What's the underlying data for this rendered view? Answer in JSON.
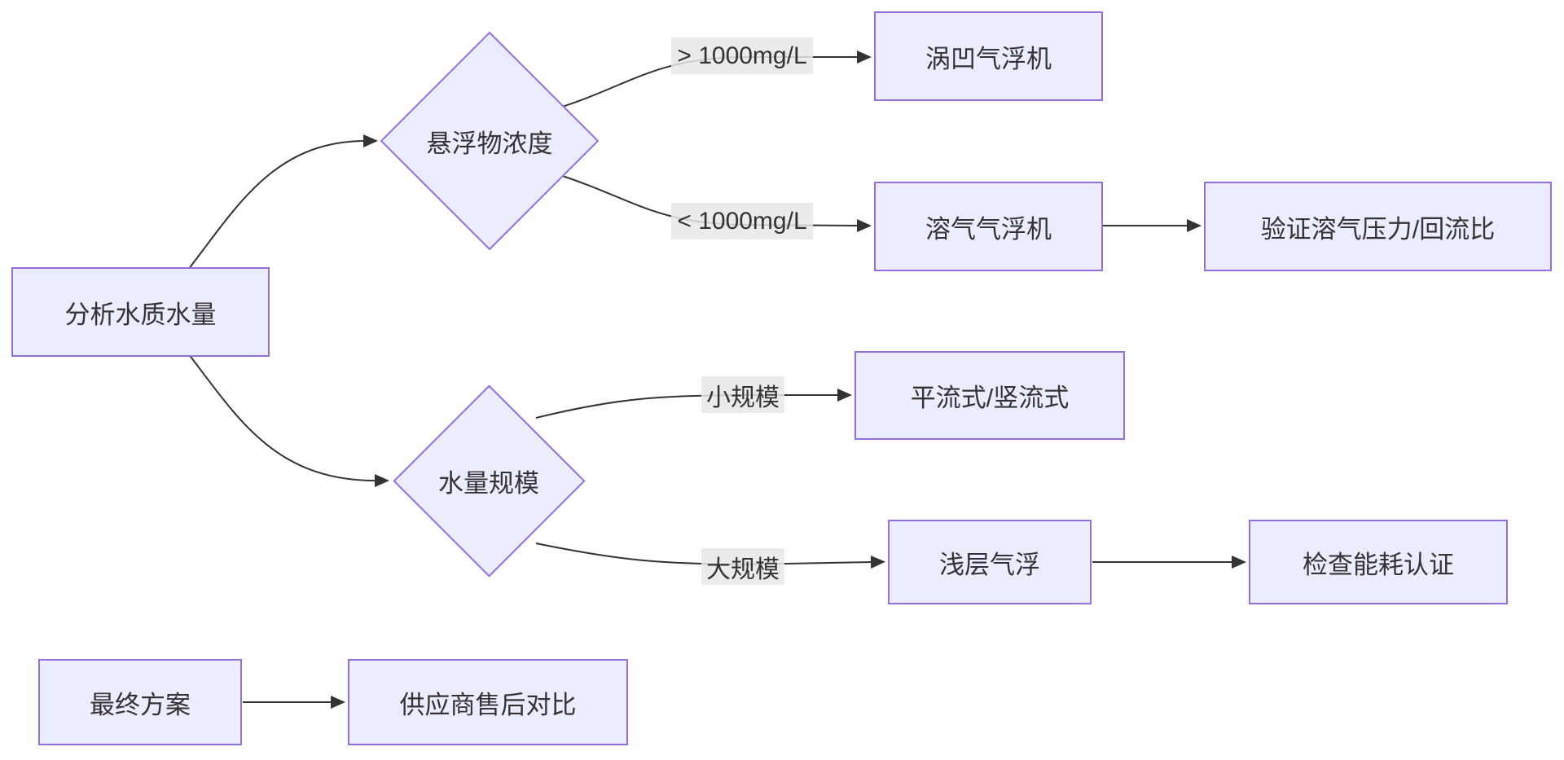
{
  "diagram": {
    "type": "flowchart",
    "nodes": {
      "analyze": {
        "label": "分析水质水量"
      },
      "ss_conc": {
        "label": "悬浮物浓度"
      },
      "caf": {
        "label": "涡凹气浮机"
      },
      "daf": {
        "label": "溶气气浮机"
      },
      "verify": {
        "label": "验证溶气压力/回流比"
      },
      "scale": {
        "label": "水量规模"
      },
      "flow_type": {
        "label": "平流式/竖流式"
      },
      "shallow": {
        "label": "浅层气浮"
      },
      "energy": {
        "label": "检查能耗认证"
      },
      "final": {
        "label": "最终方案"
      },
      "vendor": {
        "label": "供应商售后对比"
      }
    },
    "edge_labels": {
      "gt1000": "> 1000mg/L",
      "lt1000": "< 1000mg/L",
      "small": "小规模",
      "large": "大规模"
    },
    "edges": [
      {
        "from": "analyze",
        "to": "ss_conc",
        "label": ""
      },
      {
        "from": "analyze",
        "to": "scale",
        "label": ""
      },
      {
        "from": "ss_conc",
        "to": "caf",
        "label": "> 1000mg/L"
      },
      {
        "from": "ss_conc",
        "to": "daf",
        "label": "< 1000mg/L"
      },
      {
        "from": "daf",
        "to": "verify",
        "label": ""
      },
      {
        "from": "scale",
        "to": "flow_type",
        "label": "小规模"
      },
      {
        "from": "scale",
        "to": "shallow",
        "label": "大规模"
      },
      {
        "from": "shallow",
        "to": "energy",
        "label": ""
      },
      {
        "from": "final",
        "to": "vendor",
        "label": ""
      }
    ],
    "colors": {
      "node_fill": "#ECECFF",
      "node_border": "#9370DB",
      "edge_line": "#333333",
      "edge_label_bg": "#e8e8e8",
      "text": "#333333",
      "background": "#ffffff"
    }
  }
}
